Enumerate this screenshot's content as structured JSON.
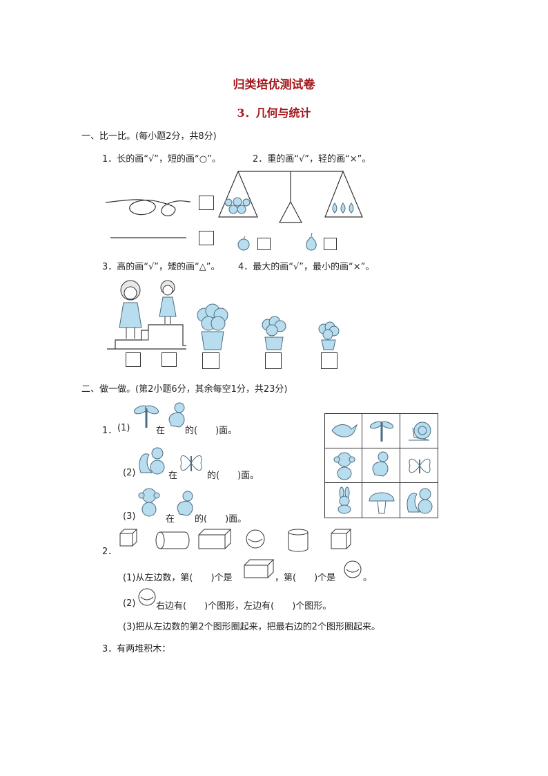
{
  "title": "归类培优测试卷",
  "subtitle": "3．几何与统计",
  "section1": {
    "header": "一、比一比。(每小题2分，共8分)",
    "q1": "1．长的画“√”，短的画“○”。",
    "q2": "2．重的画“√”，轻的画“×”。",
    "q3": "3．高的画“√”，矮的画“△”。",
    "q4": "4．最大的画“√”，最小的画“×”。"
  },
  "section2": {
    "header": "二、做一做。(第2小题6分，其余每空1分，共23分)",
    "q1": {
      "num": "1．",
      "p1_label": "(1)",
      "p1_mid": "在",
      "p1_end": "的(　　)面。",
      "p2_label": "(2)",
      "p2_mid": "在",
      "p2_end": "的(　　)面。",
      "p3_label": "(3)",
      "p3_mid": "在",
      "p3_end": "的(　　)面。"
    },
    "q2": {
      "num": "2．",
      "p1_a": "(1)从左边数，第(　　)个是",
      "p1_b": "，第(　　)个是",
      "p1_c": "。",
      "p2_a": "(2)",
      "p2_b": "右边有(　　)个图形，左边有(　　)个图形。",
      "p3": "(3)把从左边数的第2个图形圈起来，把最右边的2个图形圈起来。"
    },
    "q3": "3．有两堆积木："
  },
  "grid_animals": [
    "bird-icon",
    "dragonfly-icon",
    "snail-icon",
    "monkey-icon",
    "duck-icon",
    "butterfly-icon",
    "rabbit-icon",
    "mushroom-icon",
    "squirrel-icon"
  ],
  "colors": {
    "title": "#a3161a",
    "illustration": "#b7ddef"
  }
}
